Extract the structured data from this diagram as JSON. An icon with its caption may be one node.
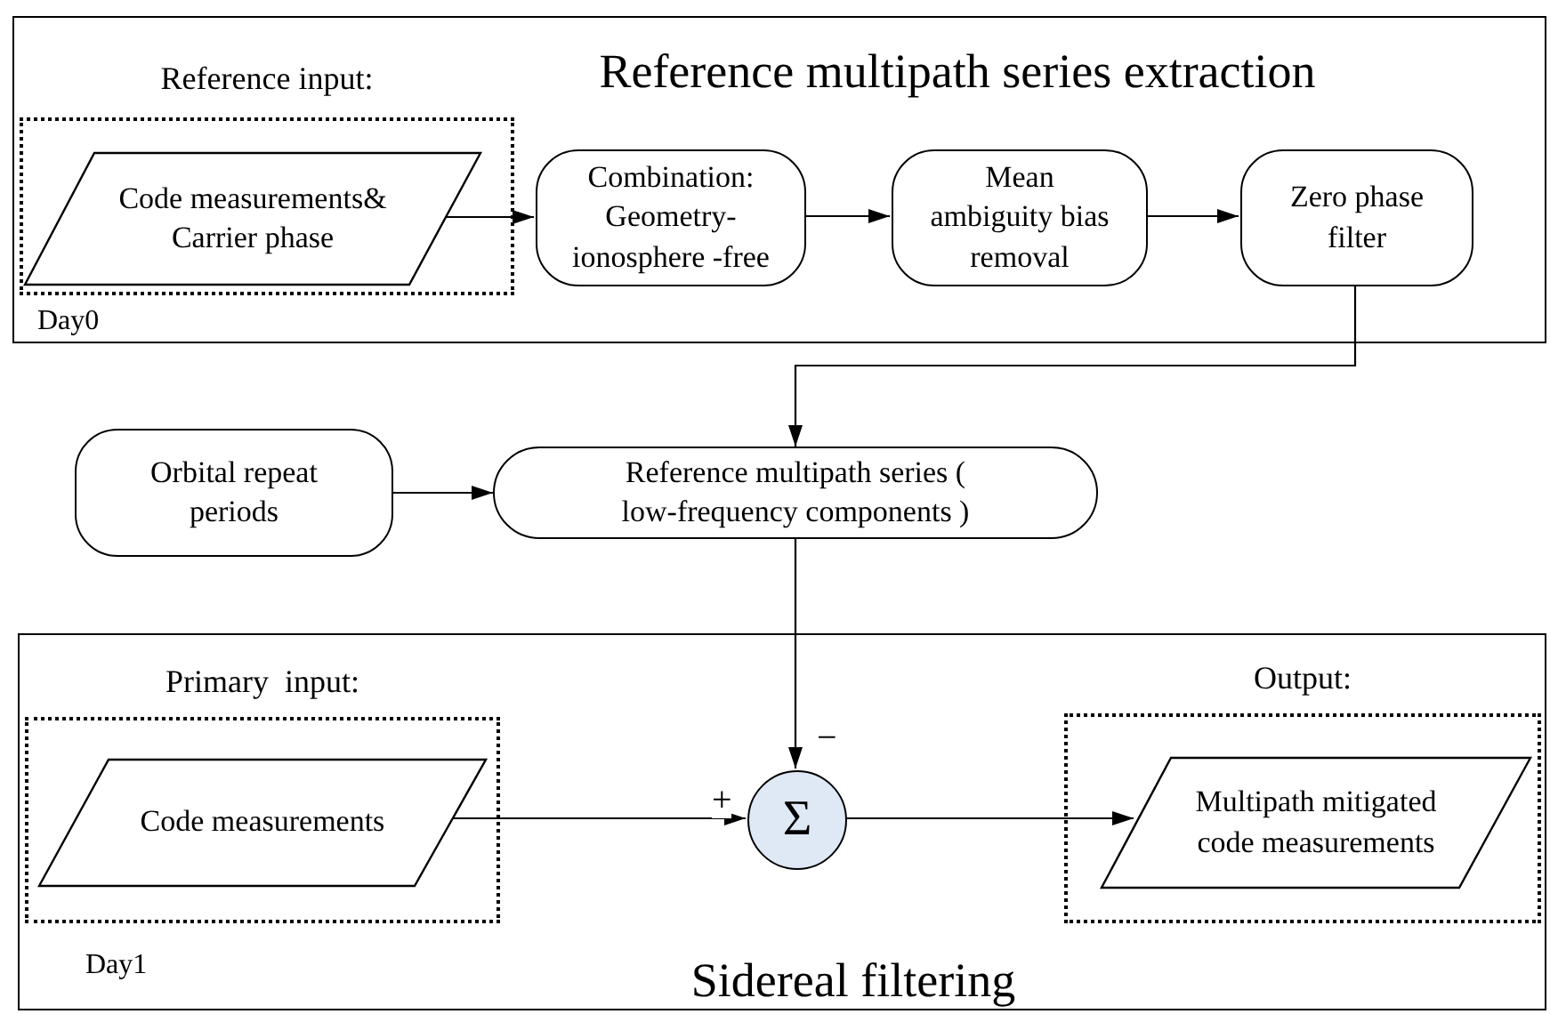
{
  "diagram": {
    "nodes": [
      {
        "text": [
          "Reference multipath series extraction"
        ]
      },
      {
        "text": [
          "Reference input:"
        ],
        "in": 0,
        "beside": [
          "Day0"
        ]
      },
      {
        "text": [
          "Code measurements& Carrier phase"
        ],
        "in": 1
      },
      {
        "text": [
          "Combination: Geometry- ionosphere -free"
        ],
        "in": 0
      },
      {
        "text": [
          "Mean ambiguity bias removal"
        ],
        "in": 0
      },
      {
        "text": [
          "Zero phase filter"
        ],
        "in": 0
      },
      {
        "text": [
          "Orbital repeat periods"
        ]
      },
      {
        "text": [
          "Reference multipath series ( low-frequency components )"
        ]
      },
      {
        "text": [
          "Sidereal filtering"
        ]
      },
      {
        "text": [
          "Primary  input:"
        ],
        "in": 8,
        "beside": [
          "Day1"
        ]
      },
      {
        "text": [
          "Code measurements"
        ],
        "in": 9
      },
      {
        "text": [
          "Σ"
        ],
        "in": 8
      },
      {
        "text": [
          "Output:"
        ],
        "in": 8
      },
      {
        "text": [
          "Multipath mitigated code measurements"
        ],
        "in": 12
      }
    ],
    "edges": [
      {
        "from": 2,
        "to": 3,
        "arrow": "to"
      },
      {
        "from": 3,
        "to": 4,
        "arrow": "to"
      },
      {
        "from": 4,
        "to": 5,
        "arrow": "to"
      },
      {
        "from": 5,
        "to": 7,
        "arrow": "to"
      },
      {
        "from": 6,
        "to": 7,
        "arrow": "to"
      },
      {
        "from": 7,
        "to": 11,
        "arrow": "to",
        "label": "−"
      },
      {
        "from": 10,
        "to": 11,
        "arrow": "to",
        "label": "+"
      },
      {
        "from": 11,
        "to": 13,
        "arrow": "to"
      }
    ]
  }
}
